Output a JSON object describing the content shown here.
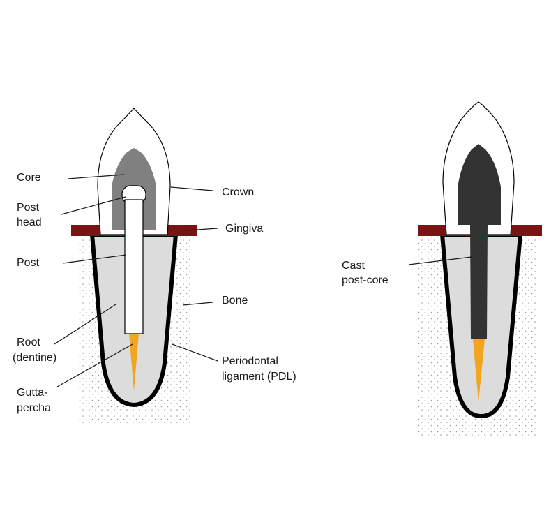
{
  "colors": {
    "background": "#ffffff",
    "bone_dots": "#9a9a9a",
    "gingiva": "#7a1414",
    "pdl": "#000000",
    "dentine": "#dcdcdc",
    "core": "#808080",
    "cast_post_core": "#333333",
    "gutta_percha": "#f2a51e",
    "post": "#ffffff",
    "crown": "#ffffff"
  },
  "left_diagram": {
    "labels": {
      "core": "Core",
      "post_head_1": "Post",
      "post_head_2": "head",
      "post": "Post",
      "root_1": "Root",
      "root_2": "(dentine)",
      "gutta_1": "Gutta-",
      "gutta_2": "percha",
      "crown": "Crown",
      "gingiva": "Gingiva",
      "bone": "Bone",
      "pdl_1": "Periodontal",
      "pdl_2": "ligament (PDL)"
    }
  },
  "right_diagram": {
    "labels": {
      "cast_1": "Cast",
      "cast_2": "post-core"
    }
  }
}
